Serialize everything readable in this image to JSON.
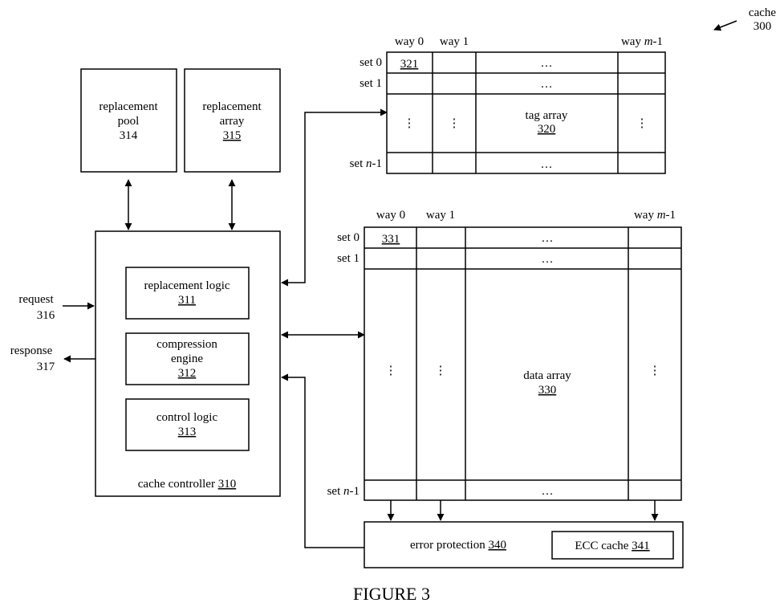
{
  "figure": {
    "caption": "FIGURE 3",
    "ref_label": "cache",
    "ref_num": "300"
  },
  "pool": {
    "line1": "replacement",
    "line2": "pool",
    "num": "314"
  },
  "rep_array": {
    "line1": "replacement",
    "line2": "array",
    "num": "315"
  },
  "controller": {
    "label": "cache controller",
    "num": "310",
    "replacement_logic": {
      "label": "replacement logic",
      "num": "311"
    },
    "compression_engine": {
      "line1": "compression",
      "line2": "engine",
      "num": "312"
    },
    "control_logic": {
      "label": "control logic",
      "num": "313"
    }
  },
  "io": {
    "request": "request",
    "request_num": "316",
    "response": "response",
    "response_num": "317"
  },
  "tag_array": {
    "label": "tag array",
    "num": "320",
    "cell": "321",
    "way0": "way 0",
    "way1": "way 1",
    "waym_pre": "way ",
    "waym_var": "m",
    "waym_post": "-1",
    "set0": "set 0",
    "set1": "set 1",
    "setn_pre": "set ",
    "setn_var": "n",
    "setn_post": "-1",
    "ellipsis": "…",
    "vdots": "⋮"
  },
  "data_array": {
    "label": "data array",
    "num": "330",
    "cell": "331",
    "way0": "way 0",
    "way1": "way 1",
    "waym_pre": "way ",
    "waym_var": "m",
    "waym_post": "-1",
    "set0": "set 0",
    "set1": "set 1",
    "setn_pre": "set ",
    "setn_var": "n",
    "setn_post": "-1",
    "ellipsis": "…",
    "vdots": "⋮"
  },
  "error": {
    "label": "error protection",
    "num": "340",
    "ecc_label": "ECC cache",
    "ecc_num": "341"
  }
}
